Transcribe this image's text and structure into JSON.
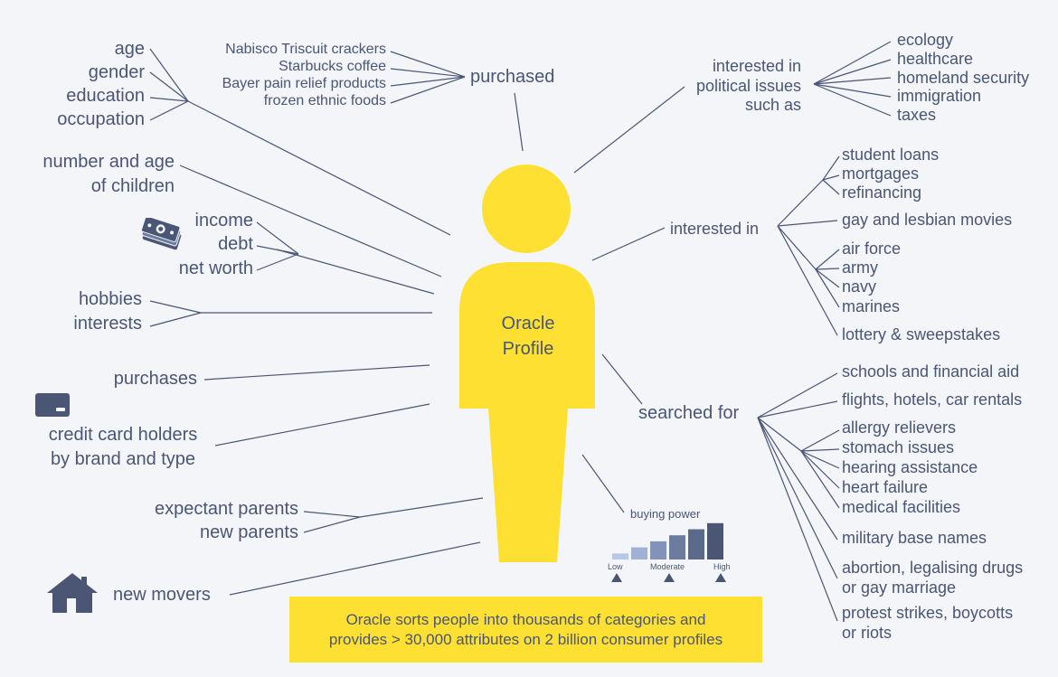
{
  "diagram": {
    "center_label": "Oracle\nProfile",
    "left_groups": {
      "demographics": [
        "age",
        "gender",
        "education",
        "occupation"
      ],
      "children": "number and age\nof children",
      "finance": [
        "income",
        "debt",
        "net worth"
      ],
      "hobbies": [
        "hobbies",
        "interests"
      ],
      "purchases": "purchases",
      "credit_cards": "credit card holders\nby brand and type",
      "parents": [
        "expectant parents",
        "new parents"
      ],
      "movers": "new movers"
    },
    "purchased": {
      "label": "purchased",
      "items": [
        "Nabisco Triscuit crackers",
        "Starbucks coffee",
        "Bayer pain relief products",
        "frozen ethnic foods"
      ]
    },
    "political": {
      "label": "interested in\npolitical issues\nsuch as",
      "items": [
        "ecology",
        "healthcare",
        "homeland security",
        "immigration",
        "taxes"
      ]
    },
    "interested_in": {
      "label": "interested in",
      "finance_items": [
        "student loans",
        "mortgages",
        "refinancing"
      ],
      "movies": "gay and lesbian movies",
      "military_items": [
        "air force",
        "army",
        "navy",
        "marines"
      ],
      "lottery": "lottery & sweepstakes"
    },
    "searched_for": {
      "label": "searched for",
      "schools": "schools and financial aid",
      "travel": "flights, hotels, car rentals",
      "health_items": [
        "allergy relievers",
        "stomach issues",
        "hearing assistance",
        "heart failure",
        "medical facilities"
      ],
      "military_base": "military base names",
      "social": "abortion, legalising drugs\nor gay marriage",
      "protest": "protest strikes, boycotts\nor riots"
    },
    "buying_power": {
      "title": "buying power",
      "low": "Low",
      "moderate": "Moderate",
      "high": "High",
      "levels": [
        1,
        2,
        3,
        4,
        5,
        6
      ]
    },
    "caption": "Oracle sorts people into thousands of categories and\nprovides > 30,000 attributes on 2 billion consumer profiles"
  },
  "colors": {
    "background": "#f3f5f9",
    "figure": "#fee033",
    "text": "#4a5673",
    "lines": "#4a5673",
    "icons": "#4a5673",
    "bar_scale": [
      "#b9c8e6",
      "#9fb1d5",
      "#8193bb",
      "#6c7c9f",
      "#5c6a89",
      "#4a5673"
    ]
  },
  "icons": [
    "cash-icon",
    "credit-card-icon",
    "house-icon"
  ]
}
